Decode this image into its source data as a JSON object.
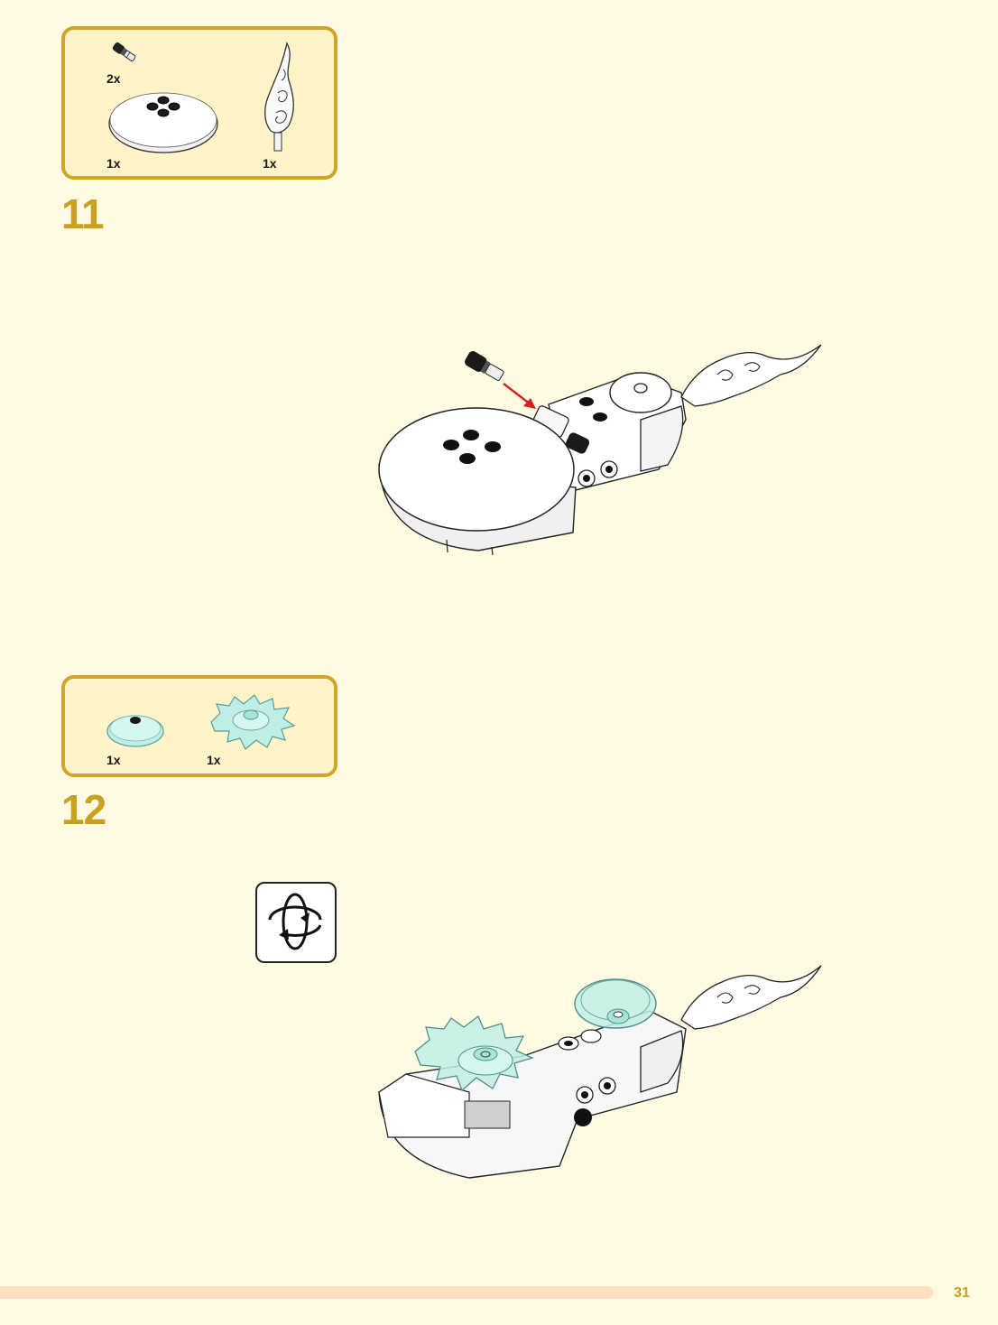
{
  "steps": [
    {
      "number": "11",
      "parts": [
        {
          "qty": "2x",
          "icon": "black-pin-icon"
        },
        {
          "qty": "1x",
          "icon": "white-round-dish-icon"
        },
        {
          "qty": "1x",
          "icon": "white-flame-wave-icon"
        }
      ]
    },
    {
      "number": "12",
      "parts": [
        {
          "qty": "1x",
          "icon": "trans-light-blue-dish-icon"
        },
        {
          "qty": "1x",
          "icon": "trans-light-blue-splash-icon"
        }
      ]
    }
  ],
  "rotate_icon": "rotate-model-icon",
  "page_number": "31",
  "colors": {
    "page_background": "#fffbe3",
    "parts_box_fill": "#fff3c8",
    "parts_box_border": "#d2a52a",
    "step_number": "#c9a020",
    "footer_bar": "#fde0c0",
    "arrow": "#d42020",
    "trans_light_blue": "#bfeee6"
  }
}
